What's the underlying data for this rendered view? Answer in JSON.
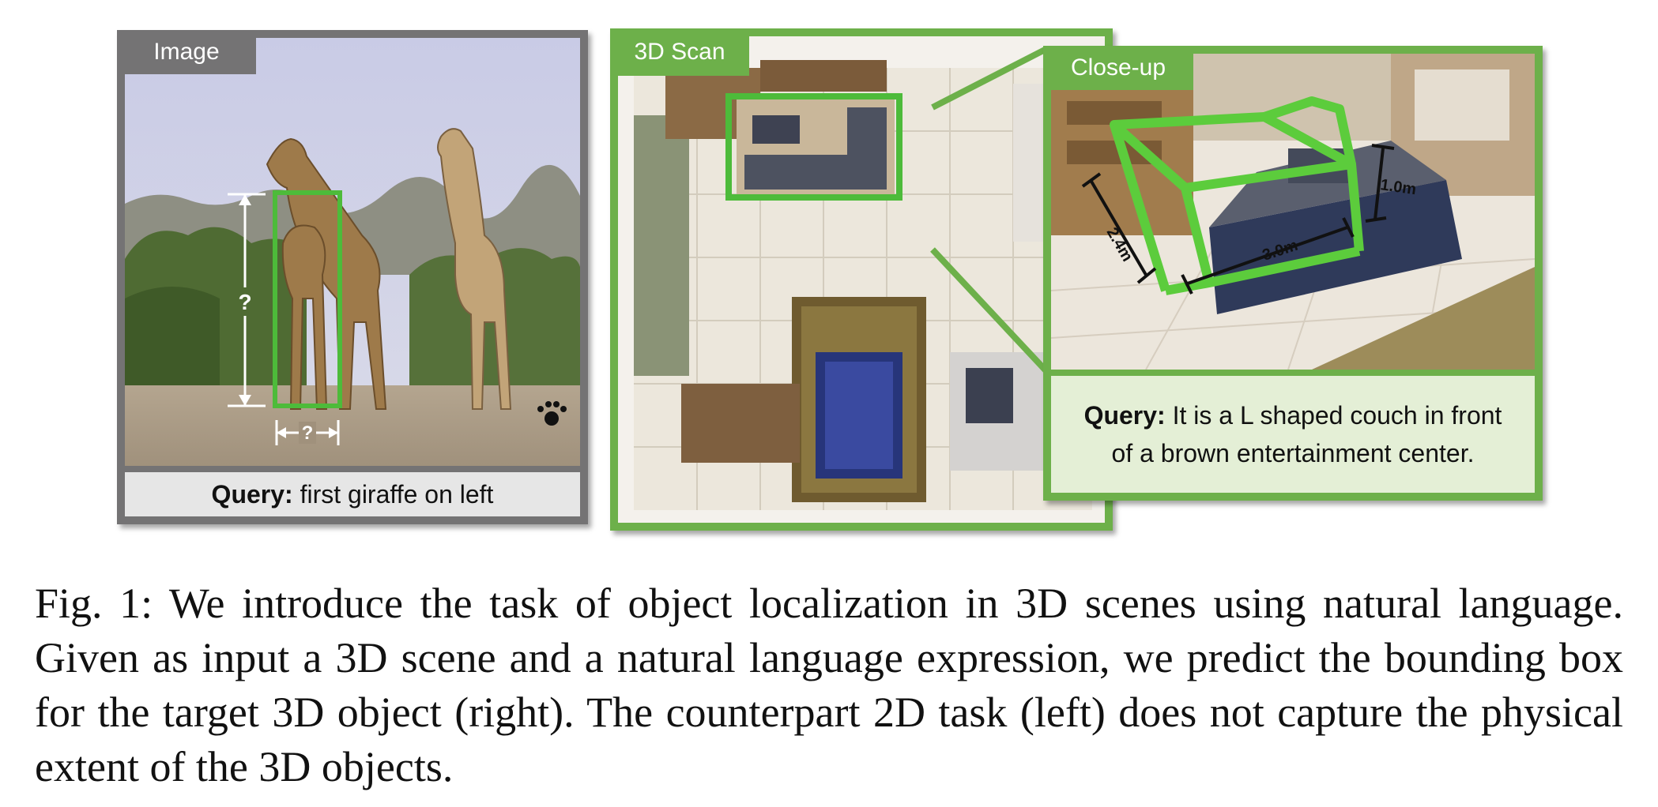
{
  "panels": {
    "image": {
      "tag": "Image",
      "question_height": "?",
      "question_width": "?",
      "query_label": "Query:",
      "query_text": " first giraffe on left"
    },
    "scan": {
      "tag": "3D Scan"
    },
    "closeup": {
      "tag": "Close-up",
      "dim_height": "1.0m",
      "dim_depth": "2.4m",
      "dim_width": "3.0m",
      "query_label": "Query:",
      "query_text": " It is a L shaped couch in front of a brown entertainment center."
    }
  },
  "caption": {
    "label": "Fig. 1:",
    "text": " We introduce the task of object localization in 3D scenes using natural language. Given as input a 3D scene and a natural language expression, we predict the bounding box for the target 3D object (right). The counterpart 2D task (left) does not capture the physical extent of the 3D objects."
  },
  "colors": {
    "accent_green": "#6db04a",
    "box_green": "#4dbb3a",
    "image_frame_gray": "#747374"
  }
}
